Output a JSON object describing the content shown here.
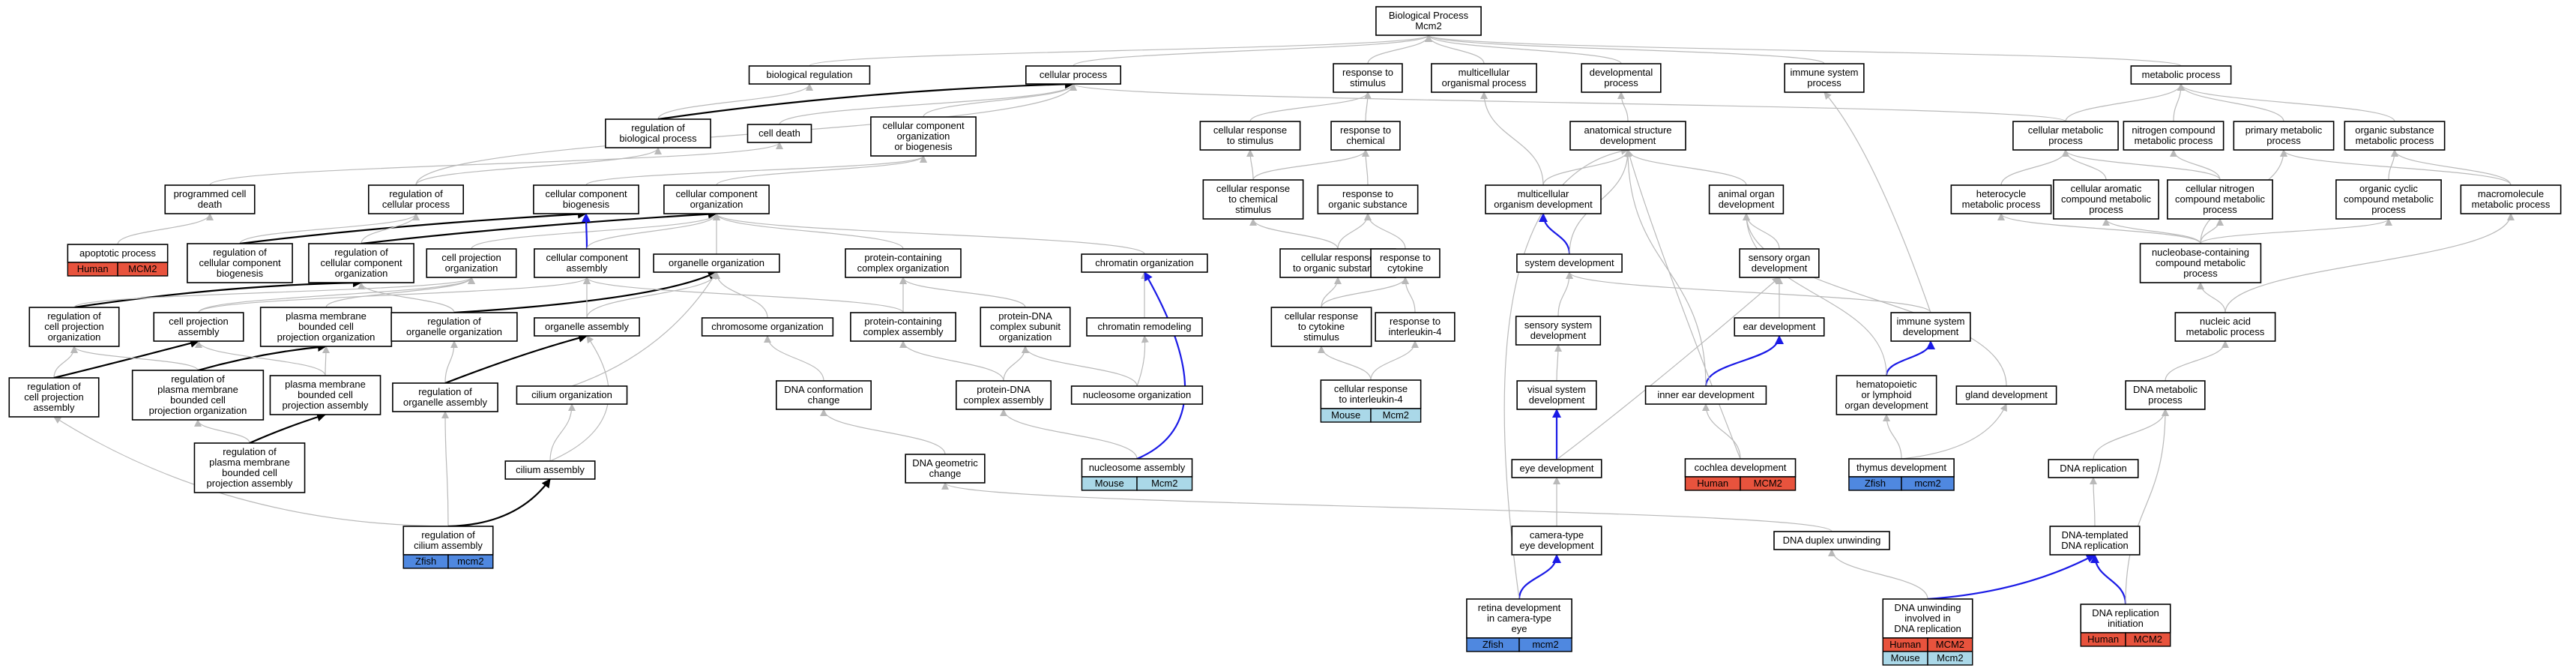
{
  "colors": {
    "human": "#e8533d",
    "mouse": "#aad8e8",
    "zfish": "#4f88e0",
    "edge_default": "#b9b9b9",
    "edge_dark": "#000000",
    "edge_blue": "#1a1ae6"
  },
  "nodes": [
    {
      "id": "bp",
      "lines": [
        "Biological Process",
        "Mcm2"
      ]
    },
    {
      "id": "biolreg",
      "lines": [
        "biological regulation"
      ]
    },
    {
      "id": "cellproc",
      "lines": [
        "cellular process"
      ]
    },
    {
      "id": "respstim",
      "lines": [
        "response to",
        "stimulus"
      ]
    },
    {
      "id": "multi",
      "lines": [
        "multicellular",
        "organismal process"
      ]
    },
    {
      "id": "devproc",
      "lines": [
        "developmental",
        "process"
      ]
    },
    {
      "id": "immproc",
      "lines": [
        "immune system",
        "process"
      ]
    },
    {
      "id": "metproc",
      "lines": [
        "metabolic process"
      ]
    },
    {
      "id": "regbio",
      "lines": [
        "regulation of",
        "biological process"
      ]
    },
    {
      "id": "celldeath",
      "lines": [
        "cell death"
      ]
    },
    {
      "id": "ccorg",
      "lines": [
        "cellular component",
        "organization",
        "or biogenesis"
      ]
    },
    {
      "id": "cellrespstim",
      "lines": [
        "cellular response",
        "to stimulus"
      ]
    },
    {
      "id": "respchem",
      "lines": [
        "response to",
        "chemical"
      ]
    },
    {
      "id": "anat",
      "lines": [
        "anatomical structure",
        "development"
      ]
    },
    {
      "id": "cellmet",
      "lines": [
        "cellular metabolic",
        "process"
      ]
    },
    {
      "id": "nitro",
      "lines": [
        "nitrogen compound",
        "metabolic process"
      ]
    },
    {
      "id": "primet",
      "lines": [
        "primary metabolic",
        "process"
      ]
    },
    {
      "id": "orgsub",
      "lines": [
        "organic substance",
        "metabolic process"
      ]
    },
    {
      "id": "pcd",
      "lines": [
        "programmed cell",
        "death"
      ]
    },
    {
      "id": "regcell",
      "lines": [
        "regulation of",
        "cellular process"
      ]
    },
    {
      "id": "ccbio",
      "lines": [
        "cellular component",
        "biogenesis"
      ]
    },
    {
      "id": "ccorg2",
      "lines": [
        "cellular component",
        "organization"
      ]
    },
    {
      "id": "crchem",
      "lines": [
        "cellular response",
        "to chemical",
        "stimulus"
      ]
    },
    {
      "id": "resporg",
      "lines": [
        "response to",
        "organic substance"
      ]
    },
    {
      "id": "multidev",
      "lines": [
        "multicellular",
        "organism development"
      ]
    },
    {
      "id": "animal",
      "lines": [
        "animal organ",
        "development"
      ]
    },
    {
      "id": "hetero",
      "lines": [
        "heterocycle",
        "metabolic process"
      ]
    },
    {
      "id": "cellarom",
      "lines": [
        "cellular aromatic",
        "compound metabolic",
        "process"
      ]
    },
    {
      "id": "cellnitro",
      "lines": [
        "cellular nitrogen",
        "compound metabolic",
        "process"
      ]
    },
    {
      "id": "orgcyc",
      "lines": [
        "organic cyclic",
        "compound metabolic",
        "process"
      ]
    },
    {
      "id": "macro",
      "lines": [
        "macromolecule",
        "metabolic process"
      ]
    },
    {
      "id": "apop",
      "lines": [
        "apoptotic process"
      ],
      "ann": [
        [
          "Human",
          "MCM2"
        ]
      ]
    },
    {
      "id": "regccbio",
      "lines": [
        "regulation of",
        "cellular component",
        "biogenesis"
      ]
    },
    {
      "id": "regccorg",
      "lines": [
        "regulation of",
        "cellular component",
        "organization"
      ]
    },
    {
      "id": "cellproj",
      "lines": [
        "cell projection",
        "organization"
      ]
    },
    {
      "id": "ccassem",
      "lines": [
        "cellular component",
        "assembly"
      ]
    },
    {
      "id": "organorg",
      "lines": [
        "organelle organization"
      ]
    },
    {
      "id": "protorg",
      "lines": [
        "protein-containing",
        "complex organization"
      ]
    },
    {
      "id": "chromorg",
      "lines": [
        "chromatin organization"
      ]
    },
    {
      "id": "crorg",
      "lines": [
        "cellular response",
        "to organic substance"
      ]
    },
    {
      "id": "respcyto",
      "lines": [
        "response to",
        "cytokine"
      ]
    },
    {
      "id": "sysdev",
      "lines": [
        "system development"
      ]
    },
    {
      "id": "sensorgan",
      "lines": [
        "sensory organ",
        "development"
      ]
    },
    {
      "id": "nucbase",
      "lines": [
        "nucleobase-containing",
        "compound metabolic",
        "process"
      ]
    },
    {
      "id": "regproj",
      "lines": [
        "regulation of",
        "cell projection",
        "organization"
      ]
    },
    {
      "id": "projassem",
      "lines": [
        "cell projection",
        "assembly"
      ]
    },
    {
      "id": "pmbcpo",
      "lines": [
        "plasma membrane",
        "bounded cell",
        "projection organization"
      ]
    },
    {
      "id": "regorgorg",
      "lines": [
        "regulation of",
        "organelle organization"
      ]
    },
    {
      "id": "orgassem",
      "lines": [
        "organelle assembly"
      ]
    },
    {
      "id": "chromosome",
      "lines": [
        "chromosome organization"
      ]
    },
    {
      "id": "protassem",
      "lines": [
        "protein-containing",
        "complex assembly"
      ]
    },
    {
      "id": "pdnaorg",
      "lines": [
        "protein-DNA",
        "complex subunit",
        "organization"
      ]
    },
    {
      "id": "chromremod",
      "lines": [
        "chromatin remodeling"
      ]
    },
    {
      "id": "crcyto",
      "lines": [
        "cellular response",
        "to cytokine",
        "stimulus"
      ]
    },
    {
      "id": "respil4",
      "lines": [
        "response to",
        "interleukin-4"
      ]
    },
    {
      "id": "senssys",
      "lines": [
        "sensory system",
        "development"
      ]
    },
    {
      "id": "earDev",
      "lines": [
        "ear development"
      ]
    },
    {
      "id": "immsys",
      "lines": [
        "immune system",
        "development"
      ]
    },
    {
      "id": "nucacid",
      "lines": [
        "nucleic acid",
        "metabolic process"
      ]
    },
    {
      "id": "regprojassem",
      "lines": [
        "regulation of",
        "cell projection",
        "assembly"
      ]
    },
    {
      "id": "regpmbcpo",
      "lines": [
        "regulation of",
        "plasma membrane",
        "bounded cell",
        "projection organization"
      ]
    },
    {
      "id": "pmbcpa",
      "lines": [
        "plasma membrane",
        "bounded cell",
        "projection assembly"
      ]
    },
    {
      "id": "regorgassem",
      "lines": [
        "regulation of",
        "organelle assembly"
      ]
    },
    {
      "id": "ciliumorg",
      "lines": [
        "cilium organization"
      ]
    },
    {
      "id": "dnaconf",
      "lines": [
        "DNA conformation",
        "change"
      ]
    },
    {
      "id": "pdnaassem",
      "lines": [
        "protein-DNA",
        "complex assembly"
      ]
    },
    {
      "id": "nucorg",
      "lines": [
        "nucleosome organization"
      ]
    },
    {
      "id": "crIL4",
      "lines": [
        "cellular response",
        "to interleukin-4"
      ],
      "ann": [
        [
          "Mouse",
          "Mcm2"
        ]
      ]
    },
    {
      "id": "visual",
      "lines": [
        "visual system",
        "development"
      ]
    },
    {
      "id": "innerear",
      "lines": [
        "inner ear development"
      ]
    },
    {
      "id": "hemato",
      "lines": [
        "hematopoietic",
        "or lymphoid",
        "organ development"
      ]
    },
    {
      "id": "gland",
      "lines": [
        "gland development"
      ]
    },
    {
      "id": "dnamet",
      "lines": [
        "DNA metabolic",
        "process"
      ]
    },
    {
      "id": "regpmbcpo2",
      "lines": [
        "regulation of",
        "plasma membrane",
        "bounded cell",
        "projection assembly"
      ]
    },
    {
      "id": "cilassem",
      "lines": [
        "cilium assembly"
      ]
    },
    {
      "id": "dnageo",
      "lines": [
        "DNA geometric",
        "change"
      ]
    },
    {
      "id": "nucassem",
      "lines": [
        "nucleosome assembly"
      ],
      "ann": [
        [
          "Mouse",
          "Mcm2"
        ]
      ]
    },
    {
      "id": "eye",
      "lines": [
        "eye development"
      ]
    },
    {
      "id": "cochlea",
      "lines": [
        "cochlea development"
      ],
      "ann": [
        [
          "Human",
          "MCM2"
        ]
      ]
    },
    {
      "id": "thymus",
      "lines": [
        "thymus development"
      ],
      "ann": [
        [
          "Zfish",
          "mcm2"
        ]
      ]
    },
    {
      "id": "dnarep",
      "lines": [
        "DNA replication"
      ]
    },
    {
      "id": "regcil",
      "lines": [
        "regulation of",
        "cilium assembly"
      ],
      "ann": [
        [
          "Zfish",
          "mcm2"
        ]
      ]
    },
    {
      "id": "camera",
      "lines": [
        "camera-type",
        "eye development"
      ]
    },
    {
      "id": "dnaunw",
      "lines": [
        "DNA duplex unwinding"
      ]
    },
    {
      "id": "dnatemp",
      "lines": [
        "DNA-templated",
        "DNA replication"
      ]
    },
    {
      "id": "retina",
      "lines": [
        "retina development",
        "in camera-type",
        "eye"
      ],
      "ann": [
        [
          "Zfish",
          "mcm2"
        ]
      ]
    },
    {
      "id": "dnaunwrep",
      "lines": [
        "DNA unwinding",
        "involved in",
        "DNA replication"
      ],
      "ann": [
        [
          "Human",
          "MCM2"
        ],
        [
          "Mouse",
          "Mcm2"
        ]
      ]
    },
    {
      "id": "dnarepinit",
      "lines": [
        "DNA replication",
        "initiation"
      ],
      "ann": [
        [
          "Human",
          "MCM2"
        ]
      ]
    }
  ],
  "edges": [
    [
      "biolreg",
      "bp",
      "d"
    ],
    [
      "cellproc",
      "bp",
      "d"
    ],
    [
      "respstim",
      "bp",
      "d"
    ],
    [
      "multi",
      "bp",
      "d"
    ],
    [
      "devproc",
      "bp",
      "d"
    ],
    [
      "immproc",
      "bp",
      "d"
    ],
    [
      "metproc",
      "bp",
      "d"
    ],
    [
      "regbio",
      "biolreg",
      "d"
    ],
    [
      "regbio",
      "cellproc",
      "k"
    ],
    [
      "celldeath",
      "cellproc",
      "d"
    ],
    [
      "ccorg",
      "cellproc",
      "d"
    ],
    [
      "cellrespstim",
      "respstim",
      "d"
    ],
    [
      "respchem",
      "respstim",
      "d"
    ],
    [
      "anat",
      "devproc",
      "d"
    ],
    [
      "cellmet",
      "cellproc",
      "d"
    ],
    [
      "cellmet",
      "metproc",
      "d"
    ],
    [
      "nitro",
      "metproc",
      "d"
    ],
    [
      "primet",
      "metproc",
      "d"
    ],
    [
      "orgsub",
      "metproc",
      "d"
    ],
    [
      "pcd",
      "celldeath",
      "d"
    ],
    [
      "regcell",
      "regbio",
      "d"
    ],
    [
      "regcell",
      "cellproc",
      "d"
    ],
    [
      "ccbio",
      "ccorg",
      "d"
    ],
    [
      "ccorg2",
      "ccorg",
      "d"
    ],
    [
      "crchem",
      "cellrespstim",
      "d"
    ],
    [
      "crchem",
      "respchem",
      "d"
    ],
    [
      "resporg",
      "respchem",
      "d"
    ],
    [
      "multidev",
      "multi",
      "d"
    ],
    [
      "multidev",
      "anat",
      "d"
    ],
    [
      "animal",
      "anat",
      "d"
    ],
    [
      "hetero",
      "cellmet",
      "d"
    ],
    [
      "cellarom",
      "cellmet",
      "d"
    ],
    [
      "cellnitro",
      "cellmet",
      "d"
    ],
    [
      "cellnitro",
      "nitro",
      "d"
    ],
    [
      "orgcyc",
      "orgsub",
      "d"
    ],
    [
      "macro",
      "orgsub",
      "d"
    ],
    [
      "macro",
      "primet",
      "d"
    ],
    [
      "apop",
      "pcd",
      "d"
    ],
    [
      "regccbio",
      "regcell",
      "d"
    ],
    [
      "regccbio",
      "ccbio",
      "k"
    ],
    [
      "regccorg",
      "regcell",
      "d"
    ],
    [
      "regccorg",
      "ccorg2",
      "k"
    ],
    [
      "cellproj",
      "ccorg2",
      "d"
    ],
    [
      "ccassem",
      "ccbio",
      "b"
    ],
    [
      "ccassem",
      "ccorg2",
      "d"
    ],
    [
      "organorg",
      "ccorg2",
      "d"
    ],
    [
      "protorg",
      "ccorg2",
      "d"
    ],
    [
      "chromorg",
      "ccorg2",
      "d"
    ],
    [
      "crorg",
      "crchem",
      "d"
    ],
    [
      "crorg",
      "resporg",
      "d"
    ],
    [
      "respcyto",
      "resporg",
      "d"
    ],
    [
      "sysdev",
      "multidev",
      "b"
    ],
    [
      "sysdev",
      "anat",
      "d"
    ],
    [
      "sensorgan",
      "animal",
      "d"
    ],
    [
      "nucbase",
      "cellarom",
      "d"
    ],
    [
      "nucbase",
      "hetero",
      "d"
    ],
    [
      "nucbase",
      "cellnitro",
      "d"
    ],
    [
      "nucbase",
      "orgcyc",
      "d"
    ],
    [
      "nucbase",
      "primet",
      "d"
    ],
    [
      "regproj",
      "regccorg",
      "k"
    ],
    [
      "regproj",
      "cellproj",
      "d"
    ],
    [
      "projassem",
      "cellproj",
      "d"
    ],
    [
      "projassem",
      "ccassem",
      "d"
    ],
    [
      "pmbcpo",
      "cellproj",
      "d"
    ],
    [
      "regorgorg",
      "regccorg",
      "d"
    ],
    [
      "regorgorg",
      "organorg",
      "k"
    ],
    [
      "orgassem",
      "organorg",
      "d"
    ],
    [
      "orgassem",
      "ccassem",
      "d"
    ],
    [
      "chromosome",
      "organorg",
      "d"
    ],
    [
      "protassem",
      "protorg",
      "d"
    ],
    [
      "protassem",
      "ccassem",
      "d"
    ],
    [
      "pdnaorg",
      "protorg",
      "d"
    ],
    [
      "chromremod",
      "chromorg",
      "d"
    ],
    [
      "crcyto",
      "crorg",
      "d"
    ],
    [
      "crcyto",
      "respcyto",
      "d"
    ],
    [
      "respil4",
      "respcyto",
      "d"
    ],
    [
      "senssys",
      "sysdev",
      "d"
    ],
    [
      "earDev",
      "sensorgan",
      "d"
    ],
    [
      "immsys",
      "sysdev",
      "d"
    ],
    [
      "immsys",
      "immproc",
      "d"
    ],
    [
      "nucacid",
      "nucbase",
      "d"
    ],
    [
      "nucacid",
      "macro",
      "d"
    ],
    [
      "regprojassem",
      "regproj",
      "d"
    ],
    [
      "regprojassem",
      "projassem",
      "k"
    ],
    [
      "regpmbcpo",
      "regproj",
      "d"
    ],
    [
      "regpmbcpo",
      "pmbcpo",
      "k"
    ],
    [
      "pmbcpa",
      "pmbcpo",
      "d"
    ],
    [
      "pmbcpa",
      "projassem",
      "d"
    ],
    [
      "regorgassem",
      "regorgorg",
      "d"
    ],
    [
      "regorgassem",
      "orgassem",
      "k"
    ],
    [
      "ciliumorg",
      "organorg",
      "d"
    ],
    [
      "dnaconf",
      "chromosome",
      "d"
    ],
    [
      "pdnaassem",
      "pdnaorg",
      "d"
    ],
    [
      "pdnaassem",
      "protassem",
      "d"
    ],
    [
      "nucorg",
      "pdnaorg",
      "d"
    ],
    [
      "nucorg",
      "chromremod",
      "d"
    ],
    [
      "crIL4",
      "crcyto",
      "d"
    ],
    [
      "crIL4",
      "respil4",
      "d"
    ],
    [
      "visual",
      "senssys",
      "d"
    ],
    [
      "innerear",
      "earDev",
      "b"
    ],
    [
      "innerear",
      "anat",
      "d"
    ],
    [
      "hemato",
      "immsys",
      "b"
    ],
    [
      "hemato",
      "animal",
      "d"
    ],
    [
      "gland",
      "animal",
      "d"
    ],
    [
      "dnamet",
      "nucacid",
      "d"
    ],
    [
      "regpmbcpo2",
      "regpmbcpo",
      "d"
    ],
    [
      "regpmbcpo2",
      "pmbcpa",
      "k"
    ],
    [
      "cilassem",
      "orgassem",
      "d"
    ],
    [
      "cilassem",
      "ciliumorg",
      "d"
    ],
    [
      "dnageo",
      "dnaconf",
      "d"
    ],
    [
      "nucassem",
      "pdnaassem",
      "d"
    ],
    [
      "nucassem",
      "chromorg",
      "b"
    ],
    [
      "eye",
      "visual",
      "b"
    ],
    [
      "eye",
      "sensorgan",
      "d"
    ],
    [
      "cochlea",
      "innerear",
      "d"
    ],
    [
      "cochlea",
      "anat",
      "d"
    ],
    [
      "thymus",
      "hemato",
      "d"
    ],
    [
      "thymus",
      "gland",
      "d"
    ],
    [
      "dnarep",
      "dnamet",
      "d"
    ],
    [
      "regcil",
      "regorgassem",
      "d"
    ],
    [
      "regcil",
      "cilassem",
      "k"
    ],
    [
      "regcil",
      "regprojassem",
      "d"
    ],
    [
      "camera",
      "eye",
      "d"
    ],
    [
      "dnaunw",
      "dnageo",
      "d"
    ],
    [
      "dnatemp",
      "dnarep",
      "d"
    ],
    [
      "retina",
      "camera",
      "b"
    ],
    [
      "retina",
      "anat",
      "d"
    ],
    [
      "dnaunwrep",
      "dnaunw",
      "d"
    ],
    [
      "dnaunwrep",
      "dnatemp",
      "b"
    ],
    [
      "dnarepinit",
      "dnatemp",
      "b"
    ],
    [
      "dnarepinit",
      "dnamet",
      "d"
    ]
  ]
}
